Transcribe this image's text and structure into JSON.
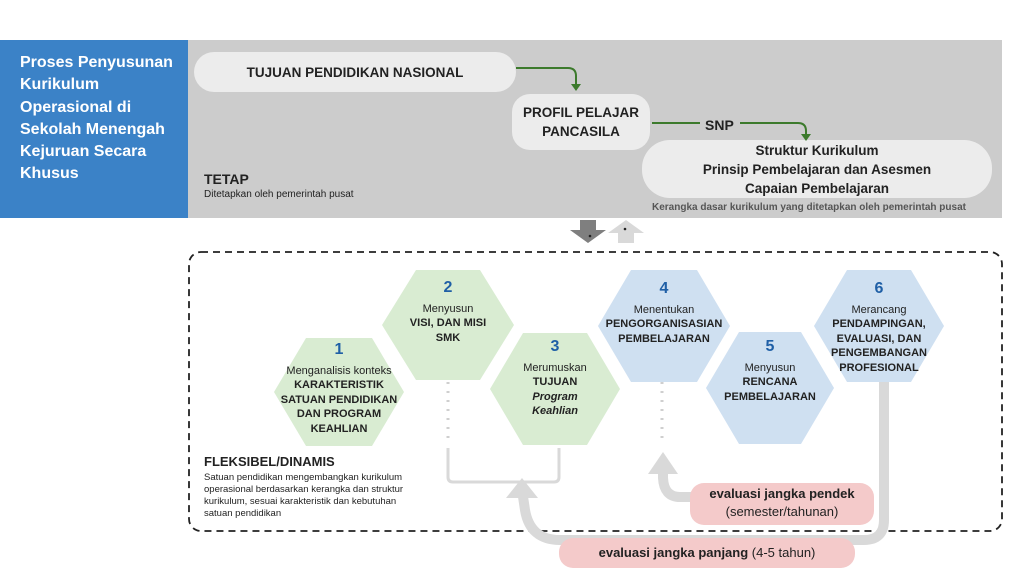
{
  "sidebar": {
    "title": "Proses Penyusunan Kurikulum Operasional di Sekolah Menengah Kejuruan Secara Khusus"
  },
  "fixed": {
    "pill1": "TUJUAN PENDIDIKAN NASIONAL",
    "pill2_line1": "PROFIL PELAJAR",
    "pill2_line2": "PANCASILA",
    "snp": "SNP",
    "pill3_line1": "Struktur Kurikulum",
    "pill3_line2": "Prinsip Pembelajaran dan Asesmen",
    "pill3_line3": "Capaian Pembelajaran",
    "caption": "Kerangka dasar kurikulum yang ditetapkan oleh pemerintah pusat",
    "tetap_title": "TETAP",
    "tetap_desc": "Ditetapkan oleh pemerintah pusat"
  },
  "steps": [
    {
      "number": "1",
      "line1": "Menganalisis  konteks",
      "line2": "KARAKTERISTIK",
      "line3": "SATUAN PENDIDIKAN",
      "line4": "DAN PROGRAM",
      "line5": "KEAHLIAN"
    },
    {
      "number": "2",
      "line1": "Menyusun",
      "line2": "VISI, DAN MISI",
      "line3": "SMK"
    },
    {
      "number": "3",
      "line1": "Merumuskan",
      "line2": "TUJUAN",
      "line3": "Program",
      "line4": "Keahlian"
    },
    {
      "number": "4",
      "line1": "Menentukan",
      "line2": "PENGORGANISASIAN",
      "line3": "PEMBELAJARAN"
    },
    {
      "number": "5",
      "line1": "Menyusun",
      "line2": "RENCANA",
      "line3": "PEMBELAJARAN"
    },
    {
      "number": "6",
      "line1": "Merancang",
      "line2": "PENDAMPINGAN,",
      "line3": "EVALUASI, DAN",
      "line4": "PENGEMBANGAN",
      "line5": "PROFESIONAL"
    }
  ],
  "flexible": {
    "title": "FLEKSIBEL/DINAMIS",
    "desc_line1": "Satuan pendidikan mengembangkan kurikulum",
    "desc_line2": "operasional berdasarkan kerangka dan struktur",
    "desc_line3": "kurikulum, sesuai karakteristik dan kebutuhan",
    "desc_line4": "satuan pendidikan"
  },
  "evaluation": {
    "short_title": "evaluasi jangka pendek",
    "short_sub": "(semester/tahunan)",
    "long_title": "evaluasi jangka panjang",
    "long_sub": "(4-5 tahun)"
  },
  "colors": {
    "sidebar": "#3b82c7",
    "gray_band": "#cccccc",
    "green_hex": "#d9ecd2",
    "blue_hex": "#cfe0f1",
    "eval_pink": "#f4caca",
    "arrow_green": "#3c7a2c",
    "number_blue": "#1f5fa6"
  }
}
